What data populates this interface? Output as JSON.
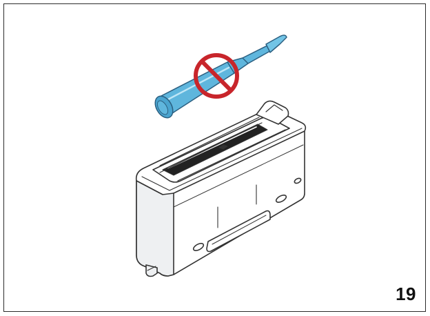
{
  "figure": {
    "number": "19"
  },
  "illustration": {
    "subject": "magazine",
    "prohibited_item": "cartridge",
    "prohibition_icon": "no-symbol-icon"
  },
  "colors": {
    "cartridge_fill": "#5fb6dd",
    "cartridge_outline": "#2b5f80",
    "prohibition_red": "#c8252b",
    "magazine_fill": "#ffffff",
    "magazine_shade": "#eef0f2",
    "line": "#333333"
  }
}
